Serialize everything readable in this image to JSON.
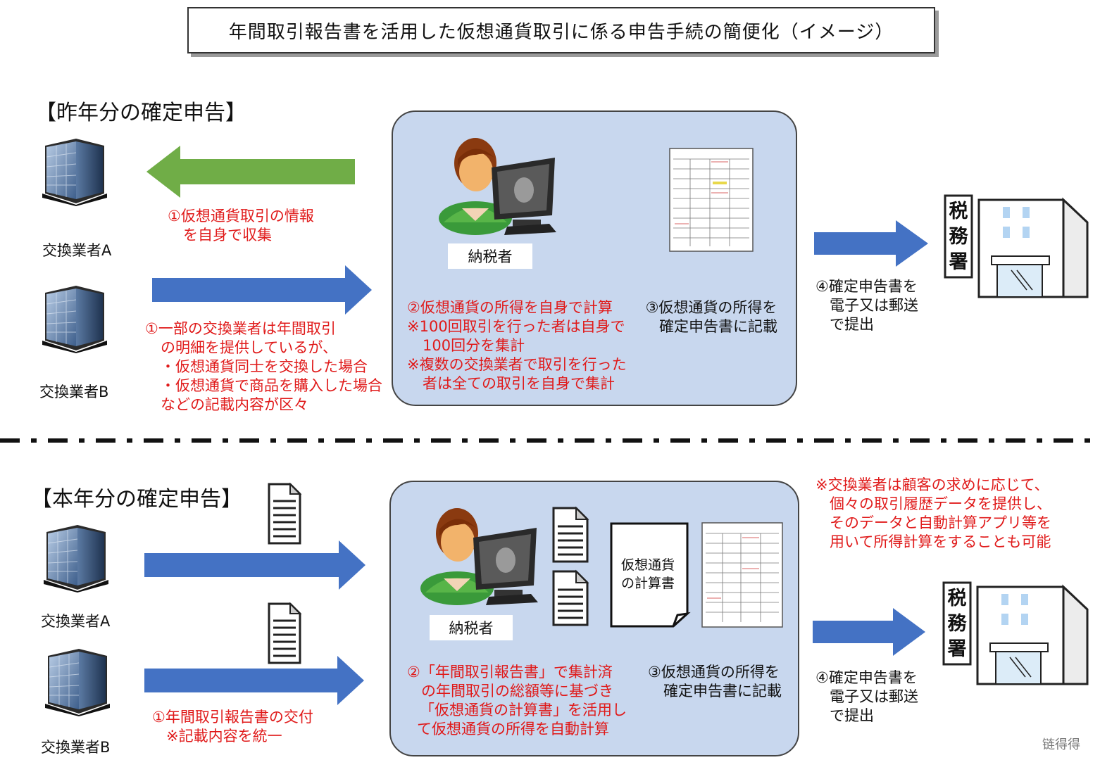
{
  "title": "年間取引報告書を活用した仮想通貨取引に係る申告手続の簡便化（イメージ）",
  "sections": {
    "last_year": {
      "heading": "【昨年分の確定申告】",
      "exchange_a": "交換業者A",
      "exchange_b": "交換業者B",
      "step1a": [
        "①仮想通貨取引の情報",
        "を自身で収集"
      ],
      "step1b": [
        "①一部の交換業者は年間取引",
        "の明細を提供しているが、",
        "・仮想通貨同士を交換した場合",
        "・仮想通貨で商品を購入した場合",
        "などの記載内容が区々"
      ],
      "taxpayer": "納税者",
      "step2": [
        "②仮想通貨の所得を自身で計算",
        "※100回取引を行った者は自身で",
        "100回分を集計",
        "※複数の交換業者で取引を行った",
        "者は全ての取引を自身で集計"
      ],
      "step3": [
        "③仮想通貨の所得を",
        "確定申告書に記載"
      ],
      "step4": [
        "④確定申告書を",
        "電子又は郵送",
        "で提出"
      ],
      "tax_office": [
        "税",
        "務",
        "署"
      ]
    },
    "this_year": {
      "heading": "【本年分の確定申告】",
      "exchange_a": "交換業者A",
      "exchange_b": "交換業者B",
      "step1": [
        "①年間取引報告書の交付",
        "※記載内容を統一"
      ],
      "taxpayer": "納税者",
      "calc_doc": [
        "仮想通貨",
        "の計算書"
      ],
      "step2": [
        "②「年間取引報告書」で集計済",
        "の年間取引の総額等に基づき",
        "「仮想通貨の計算書」を活用し",
        "て仮想通貨の所得を自動計算"
      ],
      "step3": [
        "③仮想通貨の所得を",
        "確定申告書に記載"
      ],
      "step4": [
        "④確定申告書を",
        "電子又は郵送",
        "で提出"
      ],
      "note": [
        "※交換業者は顧客の求めに応じて、",
        "個々の取引履歴データを提供し、",
        "そのデータと自動計算アプリ等を",
        "用いて所得計算をすることも可能"
      ],
      "tax_office": [
        "税",
        "務",
        "署"
      ]
    }
  },
  "watermark": "链得得",
  "colors": {
    "blue_arrow": "#4472c4",
    "green_arrow": "#70ad47",
    "panel": "#c8d7ee",
    "red_text": "#e01a1a"
  },
  "icons": [
    "building-icon",
    "person-computer-icon",
    "tax-form-icon",
    "document-icon",
    "tax-office-icon",
    "arrow-icon"
  ]
}
